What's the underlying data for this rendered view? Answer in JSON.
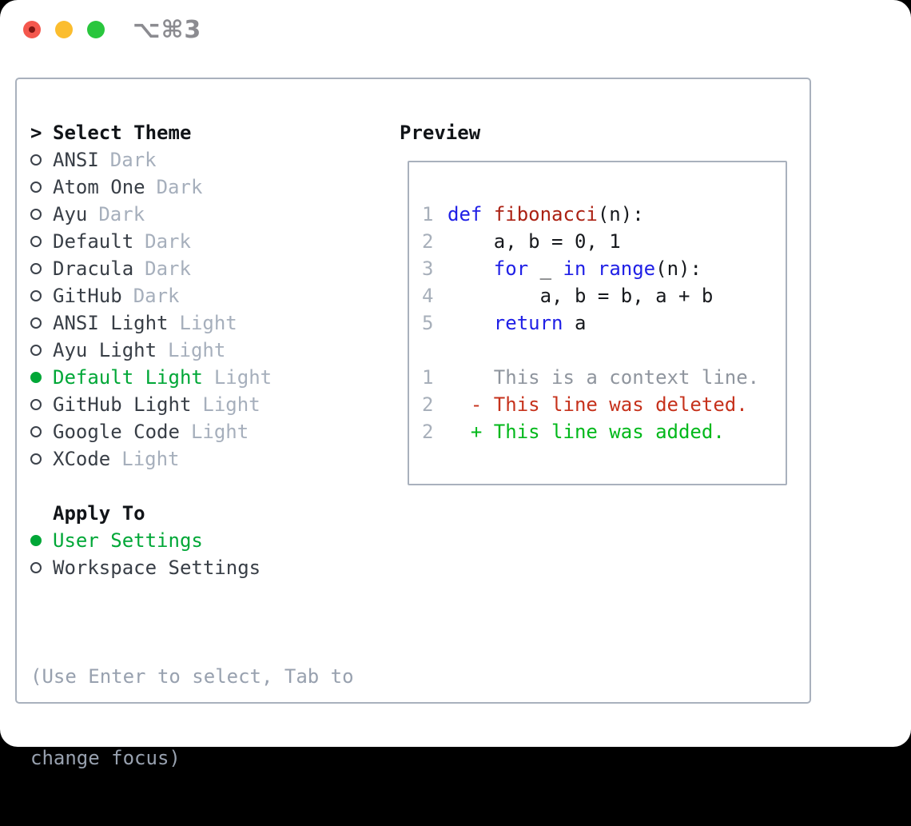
{
  "window": {
    "title": "⌥⌘3"
  },
  "traffic_lights": {
    "close": "close-button",
    "minimize": "minimize-button",
    "zoom": "zoom-button"
  },
  "theme_picker": {
    "header": "Select Theme",
    "cursor": ">",
    "icons": {
      "selected_marker": "filled-circle",
      "unselected_marker": "outline-circle"
    },
    "themes": [
      {
        "name": "ANSI",
        "variant": "Dark",
        "selected": false
      },
      {
        "name": "Atom One",
        "variant": "Dark",
        "selected": false
      },
      {
        "name": "Ayu",
        "variant": "Dark",
        "selected": false
      },
      {
        "name": "Default",
        "variant": "Dark",
        "selected": false
      },
      {
        "name": "Dracula",
        "variant": "Dark",
        "selected": false
      },
      {
        "name": "GitHub",
        "variant": "Dark",
        "selected": false
      },
      {
        "name": "ANSI Light",
        "variant": "Light",
        "selected": false
      },
      {
        "name": "Ayu Light",
        "variant": "Light",
        "selected": false
      },
      {
        "name": "Default Light",
        "variant": "Light",
        "selected": true
      },
      {
        "name": "GitHub Light",
        "variant": "Light",
        "selected": false
      },
      {
        "name": "Google Code",
        "variant": "Light",
        "selected": false
      },
      {
        "name": "XCode",
        "variant": "Light",
        "selected": false
      }
    ],
    "apply_to": {
      "header": "Apply To",
      "options": [
        {
          "label": "User Settings",
          "selected": true
        },
        {
          "label": "Workspace Settings",
          "selected": false
        }
      ]
    },
    "hint_lines": [
      "(Use Enter to select, Tab to",
      "change focus)"
    ]
  },
  "preview": {
    "title": "Preview",
    "lines": [
      {
        "num": "1",
        "segments": [
          {
            "text": "def",
            "style": "keyword"
          },
          {
            "text": " ",
            "style": "plain"
          },
          {
            "text": "fibonacci",
            "style": "function"
          },
          {
            "text": "(n):",
            "style": "plain"
          }
        ]
      },
      {
        "num": "2",
        "segments": [
          {
            "text": "    a, b = 0, 1",
            "style": "plain"
          }
        ]
      },
      {
        "num": "3",
        "segments": [
          {
            "text": "    ",
            "style": "plain"
          },
          {
            "text": "for",
            "style": "keyword"
          },
          {
            "text": " _ ",
            "style": "plain"
          },
          {
            "text": "in",
            "style": "keyword"
          },
          {
            "text": " ",
            "style": "plain"
          },
          {
            "text": "range",
            "style": "keyword"
          },
          {
            "text": "(n):",
            "style": "plain"
          }
        ]
      },
      {
        "num": "4",
        "segments": [
          {
            "text": "        a, b = b, a + b",
            "style": "plain"
          }
        ]
      },
      {
        "num": "5",
        "segments": [
          {
            "text": "    ",
            "style": "plain"
          },
          {
            "text": "return",
            "style": "keyword"
          },
          {
            "text": " a",
            "style": "plain"
          }
        ]
      },
      {
        "num": "",
        "segments": []
      },
      {
        "num": "1",
        "segments": [
          {
            "text": "    This is a context line.",
            "style": "context"
          }
        ]
      },
      {
        "num": "2",
        "segments": [
          {
            "text": "  - This line was deleted.",
            "style": "deleted"
          }
        ]
      },
      {
        "num": "2",
        "segments": [
          {
            "text": "  + This line was added.",
            "style": "added"
          }
        ]
      }
    ]
  },
  "colors": {
    "keyword": "#2020e6",
    "function": "#ab2113",
    "code_black": "#17191d",
    "context": "#8f959e",
    "deleted": "#c6321c",
    "added": "#00b81a",
    "green": "#00a737",
    "text_black": "#111418",
    "text_dark": "#383e46",
    "text_muted": "#a6afbc",
    "hint": "#98a1af",
    "linenum": "#a7afba",
    "border": "#a9b1bd",
    "ring": "#3c424b",
    "title_gray": "#8b8b90",
    "tl_red": "#f4574d",
    "tl_red_dot": "#7f1511",
    "tl_yellow": "#fbbd2e",
    "tl_green": "#29c63d"
  }
}
